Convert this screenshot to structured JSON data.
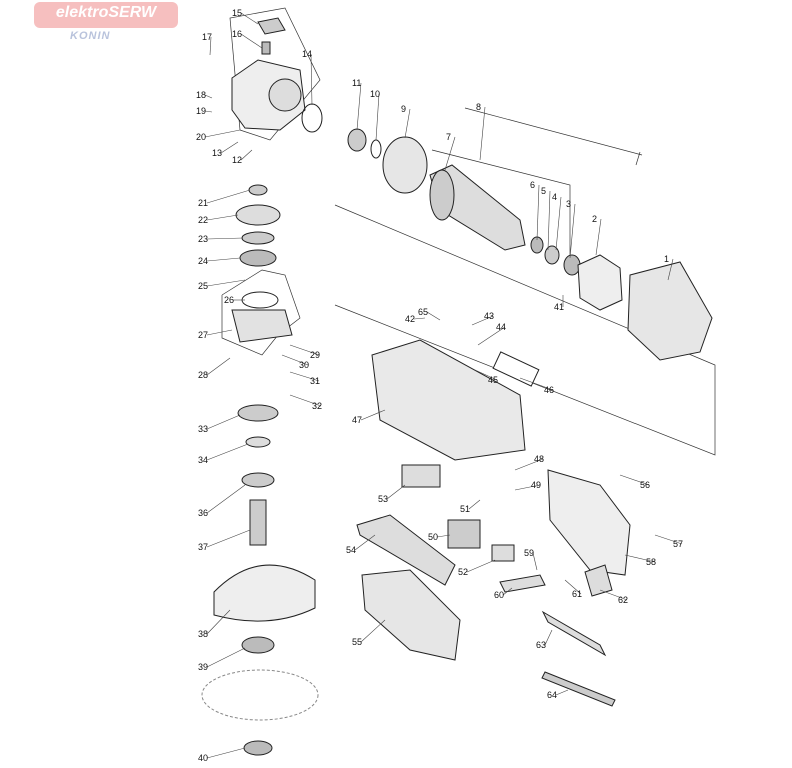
{
  "logo": {
    "main": "elektroSERW",
    "sub": "KONIN"
  },
  "parts": [
    "1",
    "2",
    "3",
    "4",
    "5",
    "6",
    "7",
    "8",
    "9",
    "10",
    "11",
    "12",
    "13",
    "14",
    "15",
    "16",
    "17",
    "18",
    "19",
    "20",
    "21",
    "22",
    "23",
    "24",
    "25",
    "26",
    "27",
    "28",
    "29",
    "30",
    "31",
    "32",
    "33",
    "34",
    "36",
    "37",
    "38",
    "39",
    "40",
    "41",
    "42",
    "43",
    "44",
    "45",
    "46",
    "47",
    "48",
    "49",
    "50",
    "51",
    "52",
    "53",
    "54",
    "55",
    "56",
    "57",
    "58",
    "59",
    "60",
    "61",
    "62",
    "63",
    "64",
    "65"
  ]
}
